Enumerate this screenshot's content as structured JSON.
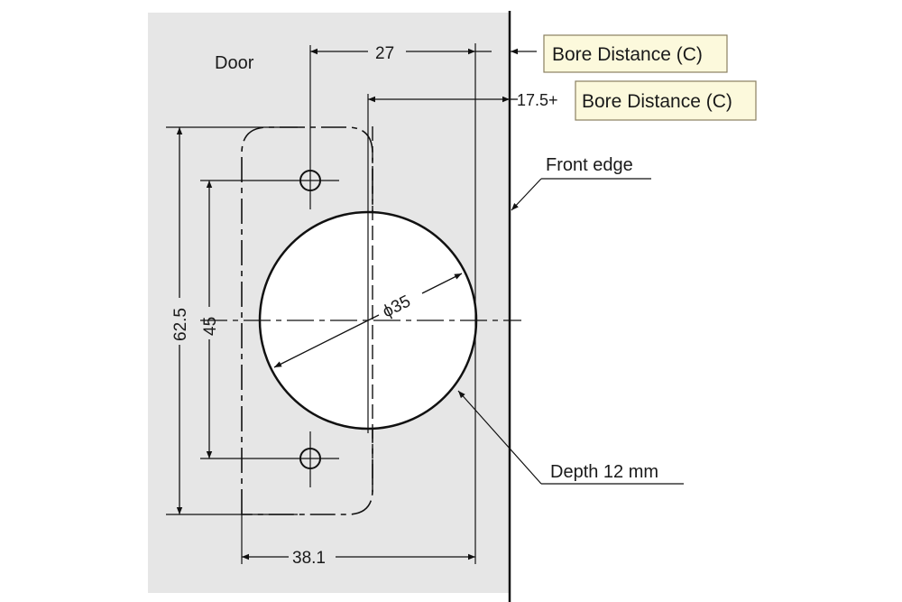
{
  "colors": {
    "door": "#e6e6e6",
    "label_box": "#fcf9dc",
    "label_border": "#8a8060",
    "line": "#111111"
  },
  "labels": {
    "door": "Door",
    "bore_distance_1": "Bore Distance (C)",
    "bore_prefix": "17.5+",
    "bore_distance_2": "Bore Distance (C)",
    "front_edge": "Front edge",
    "depth": "Depth 12 mm"
  },
  "dimensions": {
    "top": "27",
    "diameter": "ϕ35",
    "outer_height": "62.5",
    "inner_height": "45",
    "bottom_width": "38.1"
  }
}
